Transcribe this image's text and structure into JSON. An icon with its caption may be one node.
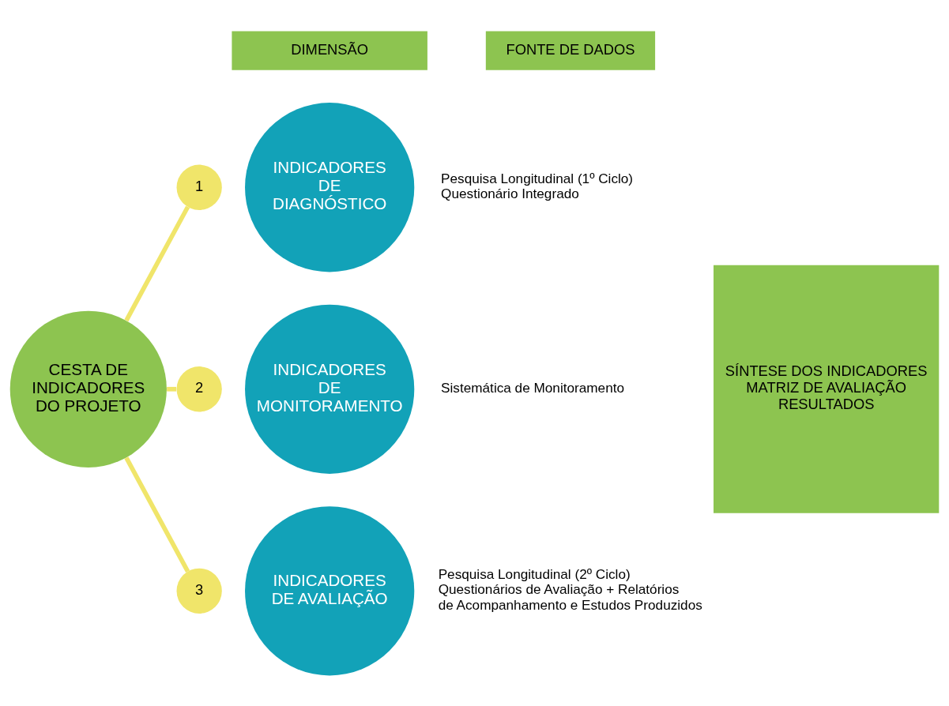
{
  "diagram": {
    "nodes": [
      {
        "text": [
          "DIMENSÃO"
        ]
      },
      {
        "text": [
          "FONTE DE DADOS"
        ]
      },
      {
        "text": [
          "INDICADORES DE DIAGNÓSTICO"
        ],
        "beside": [
          "Pesquisa Longitudinal (1º Ciclo)",
          "Questionário Integrado"
        ]
      },
      {
        "text": [
          "1"
        ]
      },
      {
        "text": [
          "CESTA DE INDICADORES DO PROJETO"
        ]
      },
      {
        "text": [
          "INDICADORES DE MONITORAMENTO"
        ],
        "beside": [
          "Sistemática de Monitoramento"
        ]
      },
      {
        "text": [
          "2"
        ]
      },
      {
        "text": [
          "SÍNTESE DOS INDICADORES MATRIZ DE AVALIAÇÃO RESULTADOS"
        ]
      },
      {
        "text": [
          "3"
        ]
      },
      {
        "text": [
          "INDICADORES DE AVALIAÇÃO"
        ],
        "beside": [
          "Pesquisa Longitudinal (2º Ciclo)",
          "Questionários de Avaliação + Relatórios de Acompanhamento e Estudos Produzidos"
        ]
      }
    ],
    "edges": [
      {
        "from": 4,
        "to": 3,
        "arrow": "none"
      },
      {
        "from": 4,
        "to": 6,
        "arrow": "none"
      },
      {
        "from": 4,
        "to": 8,
        "arrow": "none"
      }
    ]
  }
}
